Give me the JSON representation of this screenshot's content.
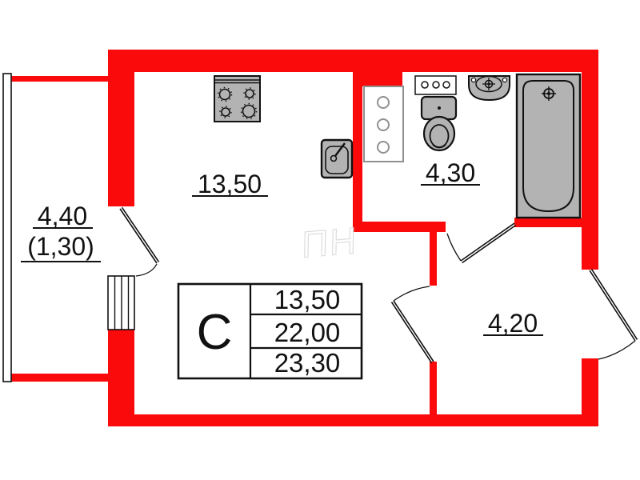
{
  "plan": {
    "kind": "studio-apartment-floor-plan"
  },
  "colors": {
    "wall_red": "#fa0a0a",
    "fixture_fill": "#b3b3b3",
    "fixture_stroke": "#111111",
    "riser_stroke": "#909090",
    "label_text": "#111111",
    "watermark": "#dcdcdc",
    "background": "#ffffff"
  },
  "rooms": [
    {
      "name": "kitchen-living-room",
      "area": "13,50"
    },
    {
      "name": "bathroom",
      "area": "4,30"
    },
    {
      "name": "hallway",
      "area": "4,20"
    },
    {
      "name": "balcony",
      "area": "4,40",
      "area_reduced": "(1,30)"
    }
  ],
  "info_table": {
    "unit_type": "С",
    "rows": [
      "13,50",
      "22,00",
      "23,30"
    ]
  },
  "watermark": {
    "text": "ПН"
  },
  "icons": [
    "stove-icon",
    "kitchen-sink-icon",
    "riser-panel-icon",
    "vent-box-icon",
    "toilet-icon",
    "washbasin-icon",
    "bathtub-icon"
  ]
}
